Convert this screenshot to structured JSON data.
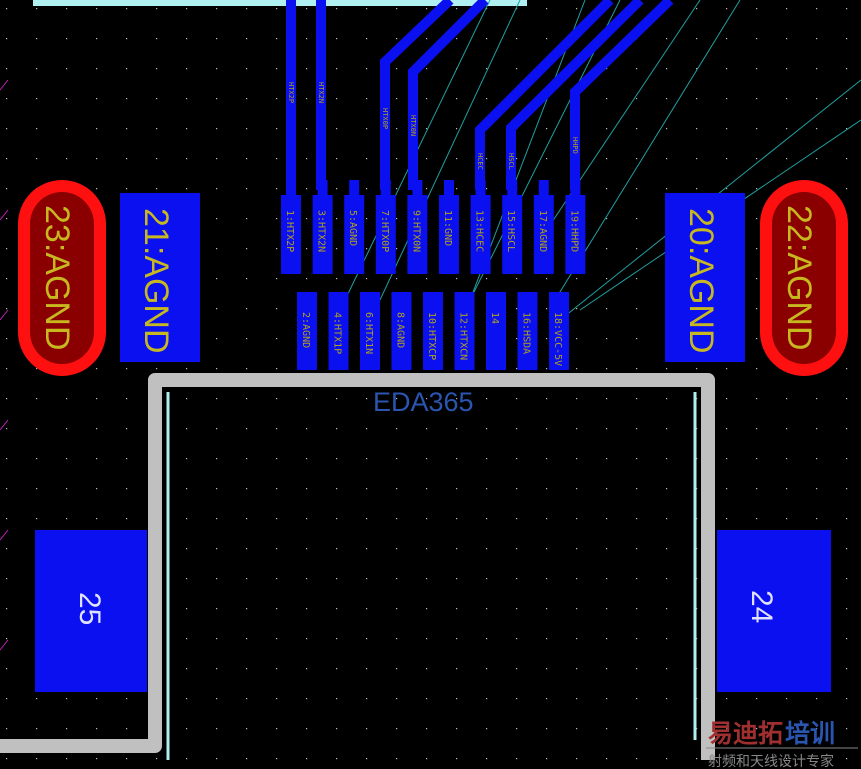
{
  "colors": {
    "background": "#000000",
    "copper": "#0a10f0",
    "ratsnest": "#20a0a0",
    "silkscreen": "#c0c0c0",
    "keepout": "#ff1010",
    "pad_text": "#b0a020"
  },
  "large_pads": {
    "p23": "23:AGND",
    "p21": "21:AGND",
    "p20": "20:AGND",
    "p22": "22:AGND",
    "p25": "25",
    "p24": "24"
  },
  "top_row_pads": [
    "1:HTX2P",
    "3:HTX2N",
    "5:AGND",
    "7:HTX0P",
    "9:HTX0N",
    "11:GND",
    "13:HCEC",
    "15:HSCL",
    "17:AGND",
    "19:HHPD"
  ],
  "bottom_row_pads": [
    "2:AGND",
    "4:HTX1P",
    "6:HTX1N",
    "8:AGND",
    "10:HTXCP",
    "12:HTXCN",
    "14",
    "16:HSDA",
    "18:VCC-5V"
  ],
  "net_labels": [
    "HTX2P",
    "HTX2N",
    "HTX0P",
    "HTX0N",
    "HCEC",
    "HSCL",
    "HHPD"
  ],
  "watermark": "EDA365",
  "logo": {
    "title_red": "易迪拓",
    "title_blue": "培训",
    "subtitle": "射频和天线设计专家"
  }
}
